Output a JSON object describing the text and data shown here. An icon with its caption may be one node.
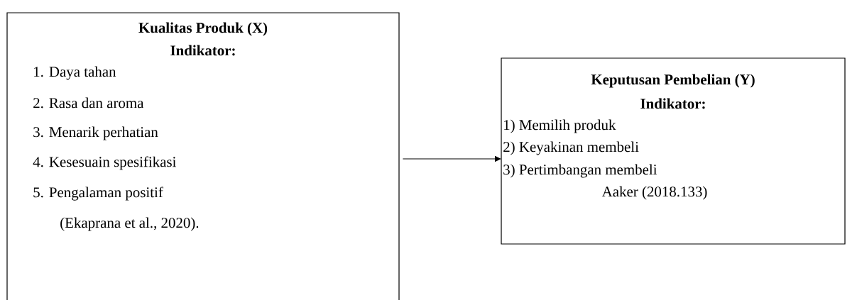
{
  "diagram": {
    "nodes": [
      {
        "text": [
          "Kualitas Produk (X)",
          "Indikator:",
          "1. Daya tahan",
          "2. Rasa dan aroma",
          "3. Menarik perhatian",
          "4. Kesesuain spesifikasi",
          "5. Pengalaman positif",
          "(Ekaprana et al., 2020)."
        ]
      },
      {
        "text": [
          "Keputusan Pembelian (Y)",
          "Indikator:",
          "1) Memilih produk",
          "2) Keyakinan membeli",
          "3) Pertimbangan membeli",
          "Aaker (2018.133)"
        ]
      }
    ],
    "edges": [
      {
        "from": 0,
        "to": 1,
        "arrow": "to"
      }
    ]
  }
}
